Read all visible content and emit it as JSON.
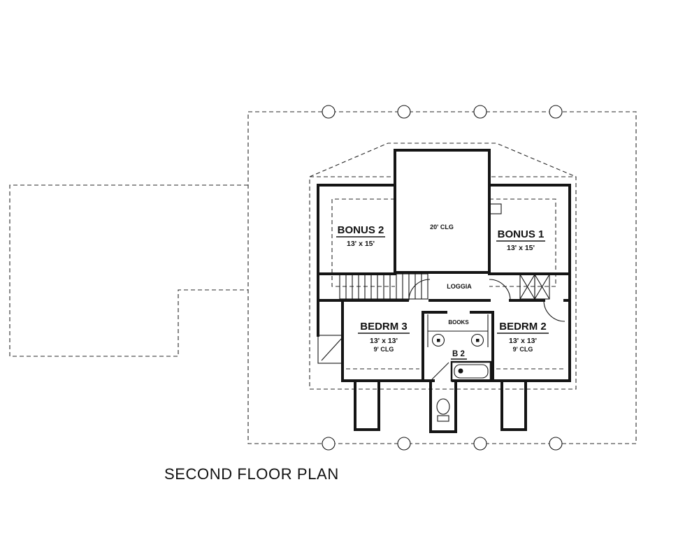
{
  "title": "SECOND FLOOR PLAN",
  "rooms": {
    "bonus2": {
      "name": "BONUS 2",
      "dims": "13' x 15'"
    },
    "bonus1": {
      "name": "BONUS 1",
      "dims": "13' x 15'"
    },
    "open_below": {
      "label": "20' CLG"
    },
    "loggia": {
      "name": "LOGGIA"
    },
    "bedrm3": {
      "name": "BEDRM 3",
      "dims": "13' x 13'",
      "clg": "9' CLG"
    },
    "bedrm2": {
      "name": "BEDRM 2",
      "dims": "13' x 13'",
      "clg": "9' CLG"
    },
    "bath": {
      "name": "B 2",
      "shelf_label": "BOOKS"
    }
  },
  "colors": {
    "line": "#151515",
    "background": "#ffffff"
  }
}
